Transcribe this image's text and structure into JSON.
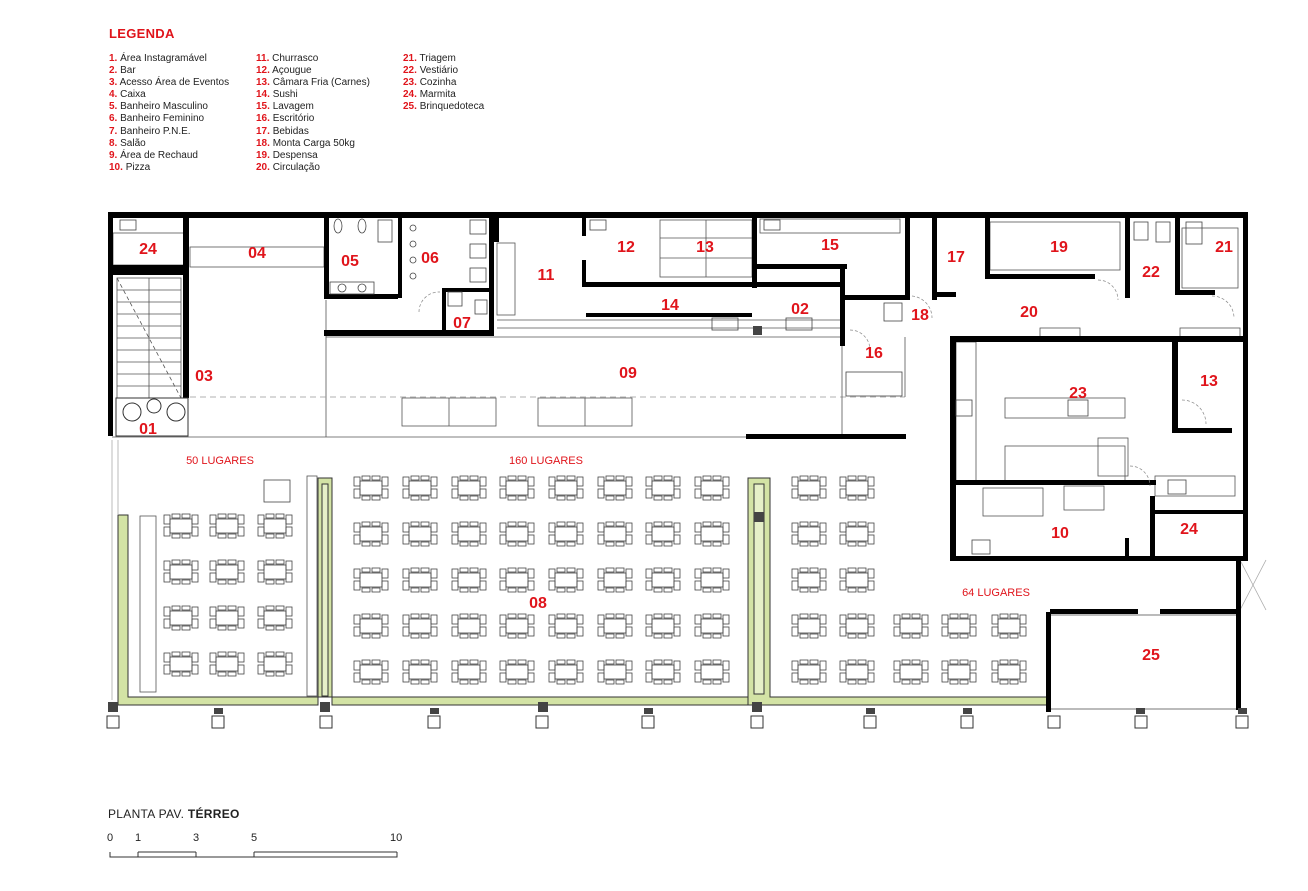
{
  "legend": {
    "title": "LEGENDA",
    "items": [
      {
        "num": "1.",
        "name": "Área Instagramável"
      },
      {
        "num": "2.",
        "name": "Bar"
      },
      {
        "num": "3.",
        "name": "Acesso Área de Eventos"
      },
      {
        "num": "4.",
        "name": "Caixa"
      },
      {
        "num": "5.",
        "name": "Banheiro Masculino"
      },
      {
        "num": "6.",
        "name": "Banheiro Feminino"
      },
      {
        "num": "7.",
        "name": "Banheiro P.N.E."
      },
      {
        "num": "8.",
        "name": "Salão"
      },
      {
        "num": "9.",
        "name": "Área de Rechaud"
      },
      {
        "num": "10.",
        "name": "Pizza"
      },
      {
        "num": "11.",
        "name": "Churrasco"
      },
      {
        "num": "12.",
        "name": "Açougue"
      },
      {
        "num": "13.",
        "name": "Câmara Fria (Carnes)"
      },
      {
        "num": "14.",
        "name": "Sushi"
      },
      {
        "num": "15.",
        "name": "Lavagem"
      },
      {
        "num": "16.",
        "name": "Escritório"
      },
      {
        "num": "17.",
        "name": "Bebidas"
      },
      {
        "num": "18.",
        "name": "Monta Carga 50kg"
      },
      {
        "num": "19.",
        "name": "Despensa"
      },
      {
        "num": "20.",
        "name": "Circulação"
      },
      {
        "num": "21.",
        "name": "Triagem"
      },
      {
        "num": "22.",
        "name": "Vestiário"
      },
      {
        "num": "23.",
        "name": "Cozinha"
      },
      {
        "num": "24.",
        "name": "Marmita"
      },
      {
        "num": "25.",
        "name": "Brinquedoteca"
      }
    ]
  },
  "room_labels": {
    "r01": "01",
    "r02": "02",
    "r03": "03",
    "r04": "04",
    "r05": "05",
    "r06": "06",
    "r07": "07",
    "r08": "08",
    "r09": "09",
    "r10": "10",
    "r11": "11",
    "r12": "12",
    "r13a": "13",
    "r13b": "13",
    "r14": "14",
    "r15": "15",
    "r16": "16",
    "r17": "17",
    "r18": "18",
    "r19": "19",
    "r20": "20",
    "r21": "21",
    "r22": "22",
    "r23": "23",
    "r24a": "24",
    "r24b": "24",
    "r25": "25"
  },
  "capacity": {
    "left": "50 LUGARES",
    "center": "160 LUGARES",
    "right": "64 LUGARES"
  },
  "plan_title": {
    "prefix": "PLANTA PAV.",
    "floor": "TÉRREO"
  },
  "scale": {
    "ticks": [
      "0",
      "1",
      "3",
      "5",
      "10"
    ]
  },
  "colors": {
    "label_red": "#e0141b",
    "wall": "#000000",
    "planter_green": "#d3e3a5",
    "line_gray": "#888888"
  }
}
